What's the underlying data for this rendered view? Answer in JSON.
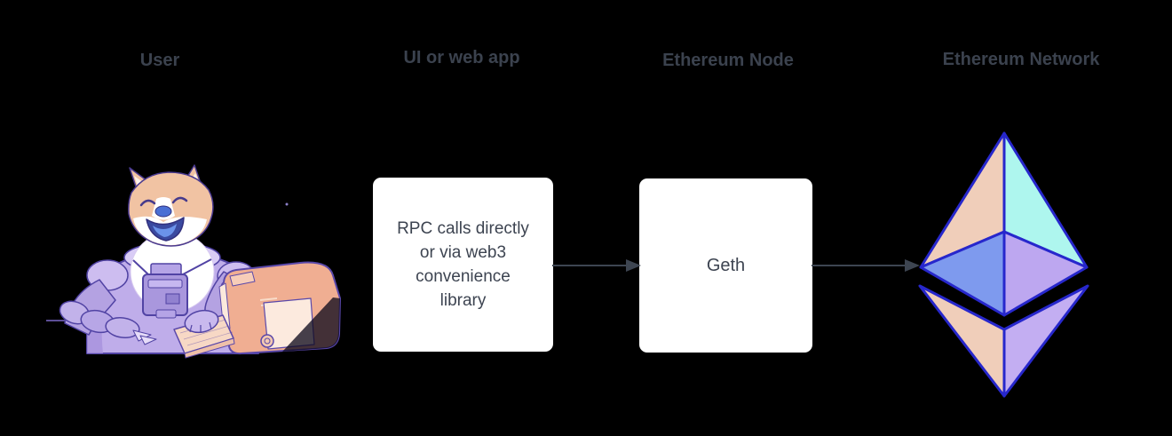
{
  "page": {
    "background_color": "#000000"
  },
  "columns": {
    "user": {
      "header": "User"
    },
    "web_app": {
      "header": "UI or web app"
    },
    "node": {
      "header": "Ethereum Node"
    },
    "network": {
      "header": "Ethereum Network"
    }
  },
  "boxes": {
    "web_app": {
      "lines": [
        "RPC calls directly",
        "or via web3",
        "convenience",
        "library"
      ]
    },
    "node": {
      "label": "Geth"
    }
  },
  "arrows": [
    {
      "from": "web-app-box",
      "to": "geth-box"
    },
    {
      "from": "geth-box",
      "to": "ethereum-logo"
    }
  ],
  "illustrations": {
    "user_column": "doge-astronaut-typing-on-retro-computer",
    "network_column": "ethereum-octahedron-logo-with-reflection"
  },
  "colors": {
    "header_text": "#3b424e",
    "box_background": "#ffffff",
    "box_text": "#3d4451",
    "arrow": "#3d4551",
    "eth_outline": "#2727cc",
    "eth_peach": "#f0ceba",
    "eth_cyan": "#aef6ee",
    "eth_blue": "#7e9aee",
    "eth_lavender": "#bda7f0",
    "doge_fur": "#f1c3a3",
    "doge_tongue_blue": "#6b93ea",
    "suit_lavender": "#bfadea",
    "suit_outline": "#5143a4",
    "computer_salmon": "#f0ae92",
    "computer_panel": "#fceade"
  }
}
